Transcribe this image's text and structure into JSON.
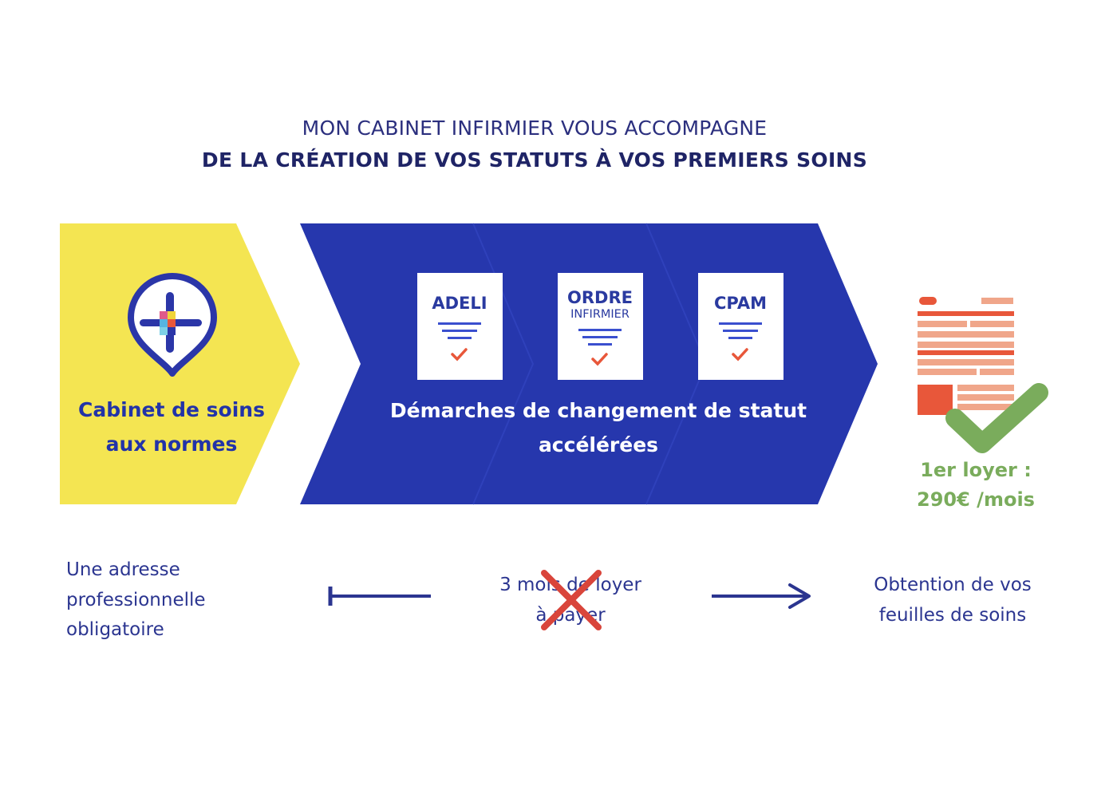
{
  "header": {
    "subtitle": "MON CABINET INFIRMIER VOUS ACCOMPAGNE",
    "title": "DE LA CRÉATION DE VOS STATUTS À VOS PREMIERS SOINS"
  },
  "steps": {
    "cabinet": {
      "line1": "Cabinet de soins",
      "line2": "aux normes"
    },
    "demarches": {
      "line1": "Démarches de changement de statut",
      "line2": "accélérées",
      "documents": [
        {
          "title": "ADELI",
          "subtitle": ""
        },
        {
          "title": "ORDRE",
          "subtitle": "INFIRMIER"
        },
        {
          "title": "CPAM",
          "subtitle": ""
        }
      ]
    },
    "loyer": {
      "line1": "1er loyer :",
      "line2": "290€ /mois"
    }
  },
  "captions": {
    "left": {
      "line1": "Une adresse",
      "line2": "professionnelle",
      "line3": "obligatoire"
    },
    "middle": {
      "line1": "3 mois de loyer",
      "line2": "à payer"
    },
    "right": {
      "line1": "Obtention de vos",
      "line2": "feuilles de soins"
    }
  },
  "colors": {
    "yellow": "#f4e552",
    "blue": "#2637ad",
    "navy": "#2b3590",
    "orange": "#e8573a",
    "green": "#7aac5c",
    "red_cross": "#d9453b"
  }
}
